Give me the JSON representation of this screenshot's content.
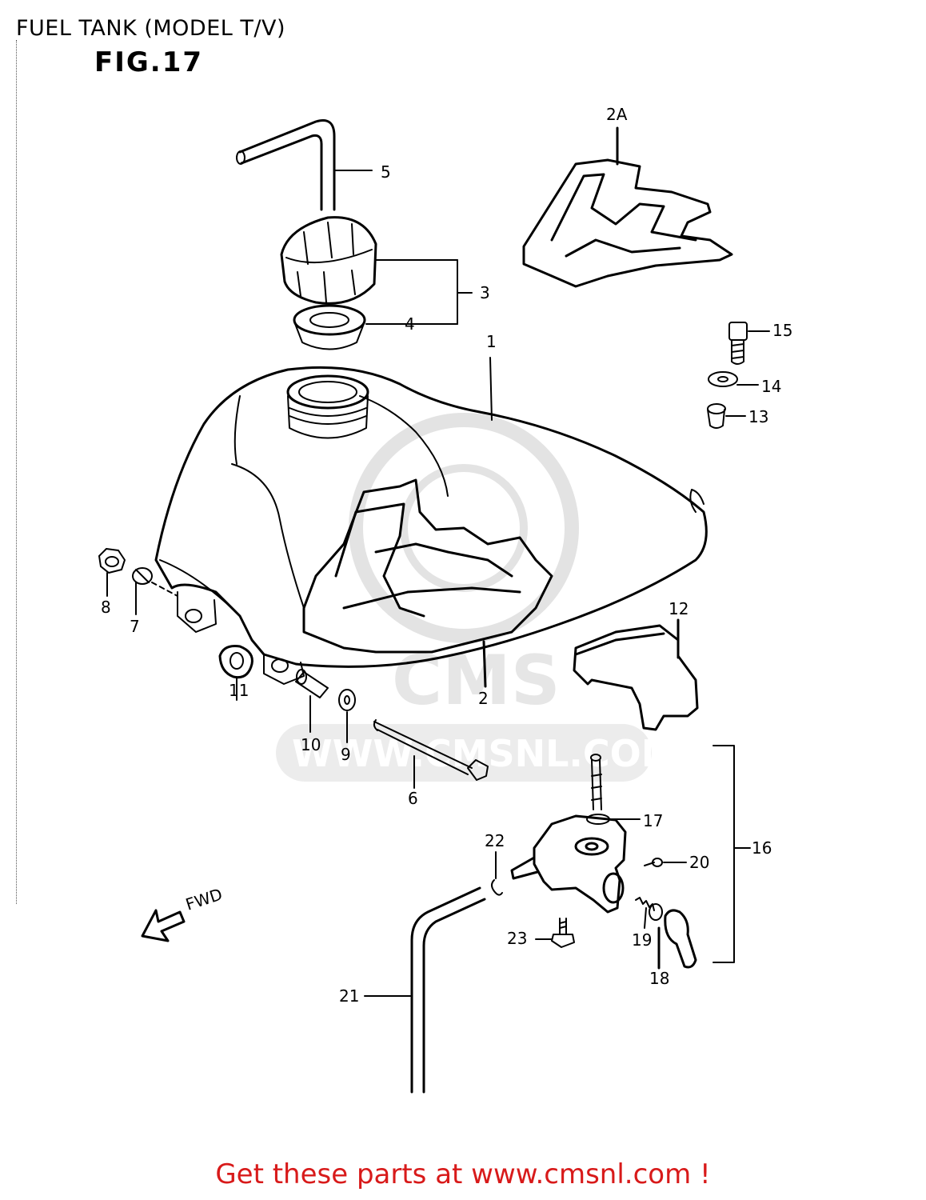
{
  "header": {
    "title": "FUEL TANK (MODEL T/V)",
    "figure": "FIG.17"
  },
  "watermark": {
    "logo": "CMS",
    "url": "WWW.CMSNL.COM"
  },
  "callouts": {
    "c1": "1",
    "c2": "2",
    "c2a": "2A",
    "c3": "3",
    "c4": "4",
    "c5": "5",
    "c6": "6",
    "c7": "7",
    "c8": "8",
    "c9": "9",
    "c10": "10",
    "c11": "11",
    "c12": "12",
    "c13": "13",
    "c14": "14",
    "c15": "15",
    "c16": "16",
    "c17": "17",
    "c18": "18",
    "c19": "19",
    "c20": "20",
    "c21": "21",
    "c22": "22",
    "c23": "23"
  },
  "direction_label": "FWD",
  "footer": {
    "text": "Get these parts at www.cmsnl.com !"
  },
  "colors": {
    "line": "#000000",
    "watermark": "#e3e3e3",
    "footer": "#d81a1a"
  }
}
